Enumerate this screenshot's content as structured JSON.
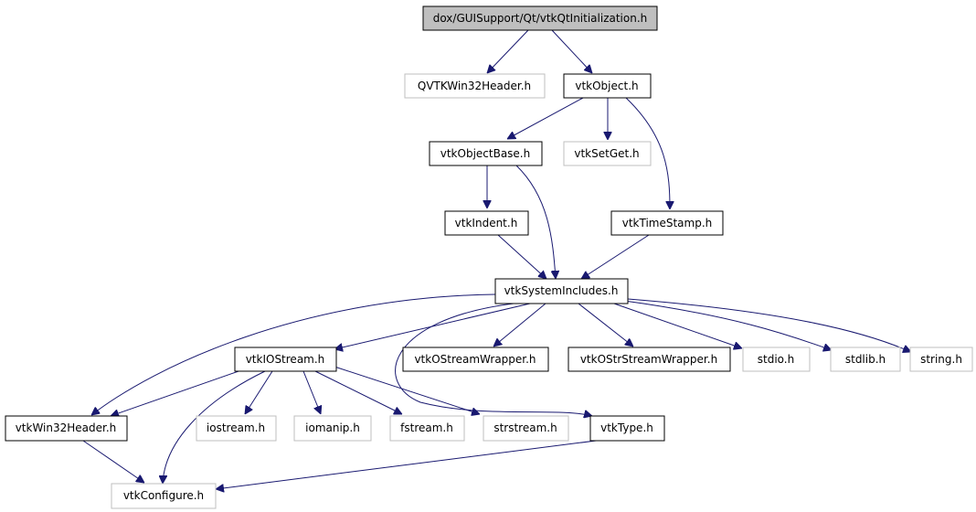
{
  "colors": {
    "edge": "#191970",
    "root_fill": "#bfbfbf",
    "root_border": "#000000",
    "documented_border": "#000000",
    "undocumented_border": "#bfbfbf",
    "node_fill": "#ffffff",
    "text": "#000000"
  },
  "nodes": [
    {
      "id": "root",
      "label": "dox/GUISupport/Qt/vtkQtInitialization.h",
      "style": "root"
    },
    {
      "id": "qvtkwin32",
      "label": "QVTKWin32Header.h",
      "style": "undocumented"
    },
    {
      "id": "vtkobject",
      "label": "vtkObject.h",
      "style": "documented"
    },
    {
      "id": "vtkobjectbase",
      "label": "vtkObjectBase.h",
      "style": "documented"
    },
    {
      "id": "vtksetget",
      "label": "vtkSetGet.h",
      "style": "undocumented"
    },
    {
      "id": "vtkindent",
      "label": "vtkIndent.h",
      "style": "documented"
    },
    {
      "id": "vtktimestamp",
      "label": "vtkTimeStamp.h",
      "style": "documented"
    },
    {
      "id": "vtksysinc",
      "label": "vtkSystemIncludes.h",
      "style": "documented"
    },
    {
      "id": "vtkiostream",
      "label": "vtkIOStream.h",
      "style": "documented"
    },
    {
      "id": "vtkostreamwrapper",
      "label": "vtkOStreamWrapper.h",
      "style": "documented"
    },
    {
      "id": "vtkostrstream",
      "label": "vtkOStrStreamWrapper.h",
      "style": "documented"
    },
    {
      "id": "stdio",
      "label": "stdio.h",
      "style": "undocumented"
    },
    {
      "id": "stdlib",
      "label": "stdlib.h",
      "style": "undocumented"
    },
    {
      "id": "string",
      "label": "string.h",
      "style": "undocumented"
    },
    {
      "id": "vtkwin32",
      "label": "vtkWin32Header.h",
      "style": "documented"
    },
    {
      "id": "iostream",
      "label": "iostream.h",
      "style": "undocumented"
    },
    {
      "id": "iomanip",
      "label": "iomanip.h",
      "style": "undocumented"
    },
    {
      "id": "fstream",
      "label": "fstream.h",
      "style": "undocumented"
    },
    {
      "id": "strstream",
      "label": "strstream.h",
      "style": "undocumented"
    },
    {
      "id": "vtktype",
      "label": "vtkType.h",
      "style": "documented"
    },
    {
      "id": "vtkconfigure",
      "label": "vtkConfigure.h",
      "style": "undocumented"
    }
  ],
  "edges": [
    {
      "from": "root",
      "to": "qvtkwin32"
    },
    {
      "from": "root",
      "to": "vtkobject"
    },
    {
      "from": "vtkobject",
      "to": "vtkobjectbase"
    },
    {
      "from": "vtkobject",
      "to": "vtksetget"
    },
    {
      "from": "vtkobject",
      "to": "vtktimestamp"
    },
    {
      "from": "vtkobjectbase",
      "to": "vtkindent"
    },
    {
      "from": "vtkobjectbase",
      "to": "vtksysinc"
    },
    {
      "from": "vtkindent",
      "to": "vtksysinc"
    },
    {
      "from": "vtktimestamp",
      "to": "vtksysinc"
    },
    {
      "from": "vtksysinc",
      "to": "vtkiostream"
    },
    {
      "from": "vtksysinc",
      "to": "vtkostreamwrapper"
    },
    {
      "from": "vtksysinc",
      "to": "vtkostrstream"
    },
    {
      "from": "vtksysinc",
      "to": "stdio"
    },
    {
      "from": "vtksysinc",
      "to": "stdlib"
    },
    {
      "from": "vtksysinc",
      "to": "string"
    },
    {
      "from": "vtksysinc",
      "to": "vtkwin32"
    },
    {
      "from": "vtksysinc",
      "to": "vtktype"
    },
    {
      "from": "vtkiostream",
      "to": "vtkwin32"
    },
    {
      "from": "vtkiostream",
      "to": "iostream"
    },
    {
      "from": "vtkiostream",
      "to": "iomanip"
    },
    {
      "from": "vtkiostream",
      "to": "fstream"
    },
    {
      "from": "vtkiostream",
      "to": "strstream"
    },
    {
      "from": "vtkiostream",
      "to": "vtkconfigure"
    },
    {
      "from": "vtkwin32",
      "to": "vtkconfigure"
    },
    {
      "from": "vtktype",
      "to": "vtkconfigure"
    }
  ]
}
